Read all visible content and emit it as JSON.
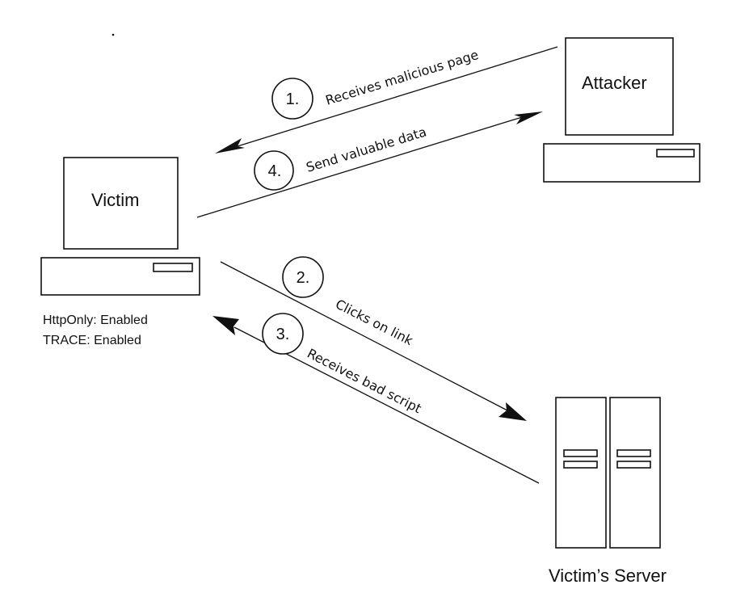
{
  "nodes": {
    "attacker": {
      "label": "Attacker"
    },
    "victim": {
      "label": "Victim",
      "status_lines": [
        "HttpOnly: Enabled",
        "TRACE: Enabled"
      ]
    },
    "server": {
      "label": "Victim’s Server"
    }
  },
  "steps": [
    {
      "number": "1.",
      "label": "Receives malicious page"
    },
    {
      "number": "2.",
      "label": "Clicks on link"
    },
    {
      "number": "3.",
      "label": "Receives bad script"
    },
    {
      "number": "4.",
      "label": "Send valuable data"
    }
  ],
  "colors": {
    "ink": "#111111",
    "background": "#ffffff"
  }
}
